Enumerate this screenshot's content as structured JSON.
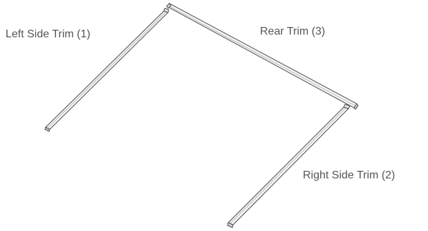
{
  "diagram": {
    "parts": [
      {
        "label": "Left Side Trim (1)"
      },
      {
        "label": "Rear Trim (3)"
      },
      {
        "label": "Right Side Trim (2)"
      }
    ],
    "colors": {
      "outline": "#4a4a4a",
      "fill": "#f4f4f4",
      "shade": "#bdbdbd",
      "label": "#555555"
    }
  }
}
